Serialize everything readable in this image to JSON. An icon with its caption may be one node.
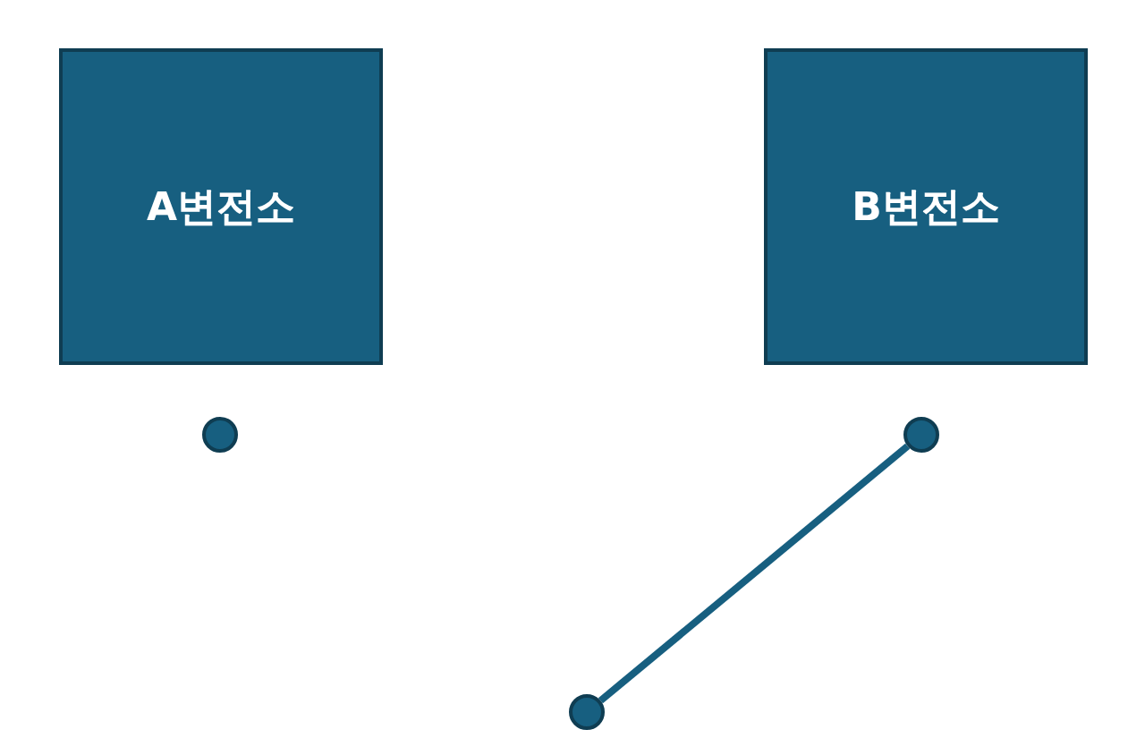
{
  "diagram": {
    "nodes": [
      {
        "text": [
          "A변전소"
        ]
      },
      {
        "text": [
          "B변전소"
        ]
      },
      {
        "text": [],
        "shape": "circle"
      },
      {
        "text": [],
        "shape": "circle"
      },
      {
        "text": [],
        "shape": "circle"
      }
    ],
    "edges": [
      {
        "from": 3,
        "to": 4,
        "arrow": "none"
      }
    ]
  }
}
